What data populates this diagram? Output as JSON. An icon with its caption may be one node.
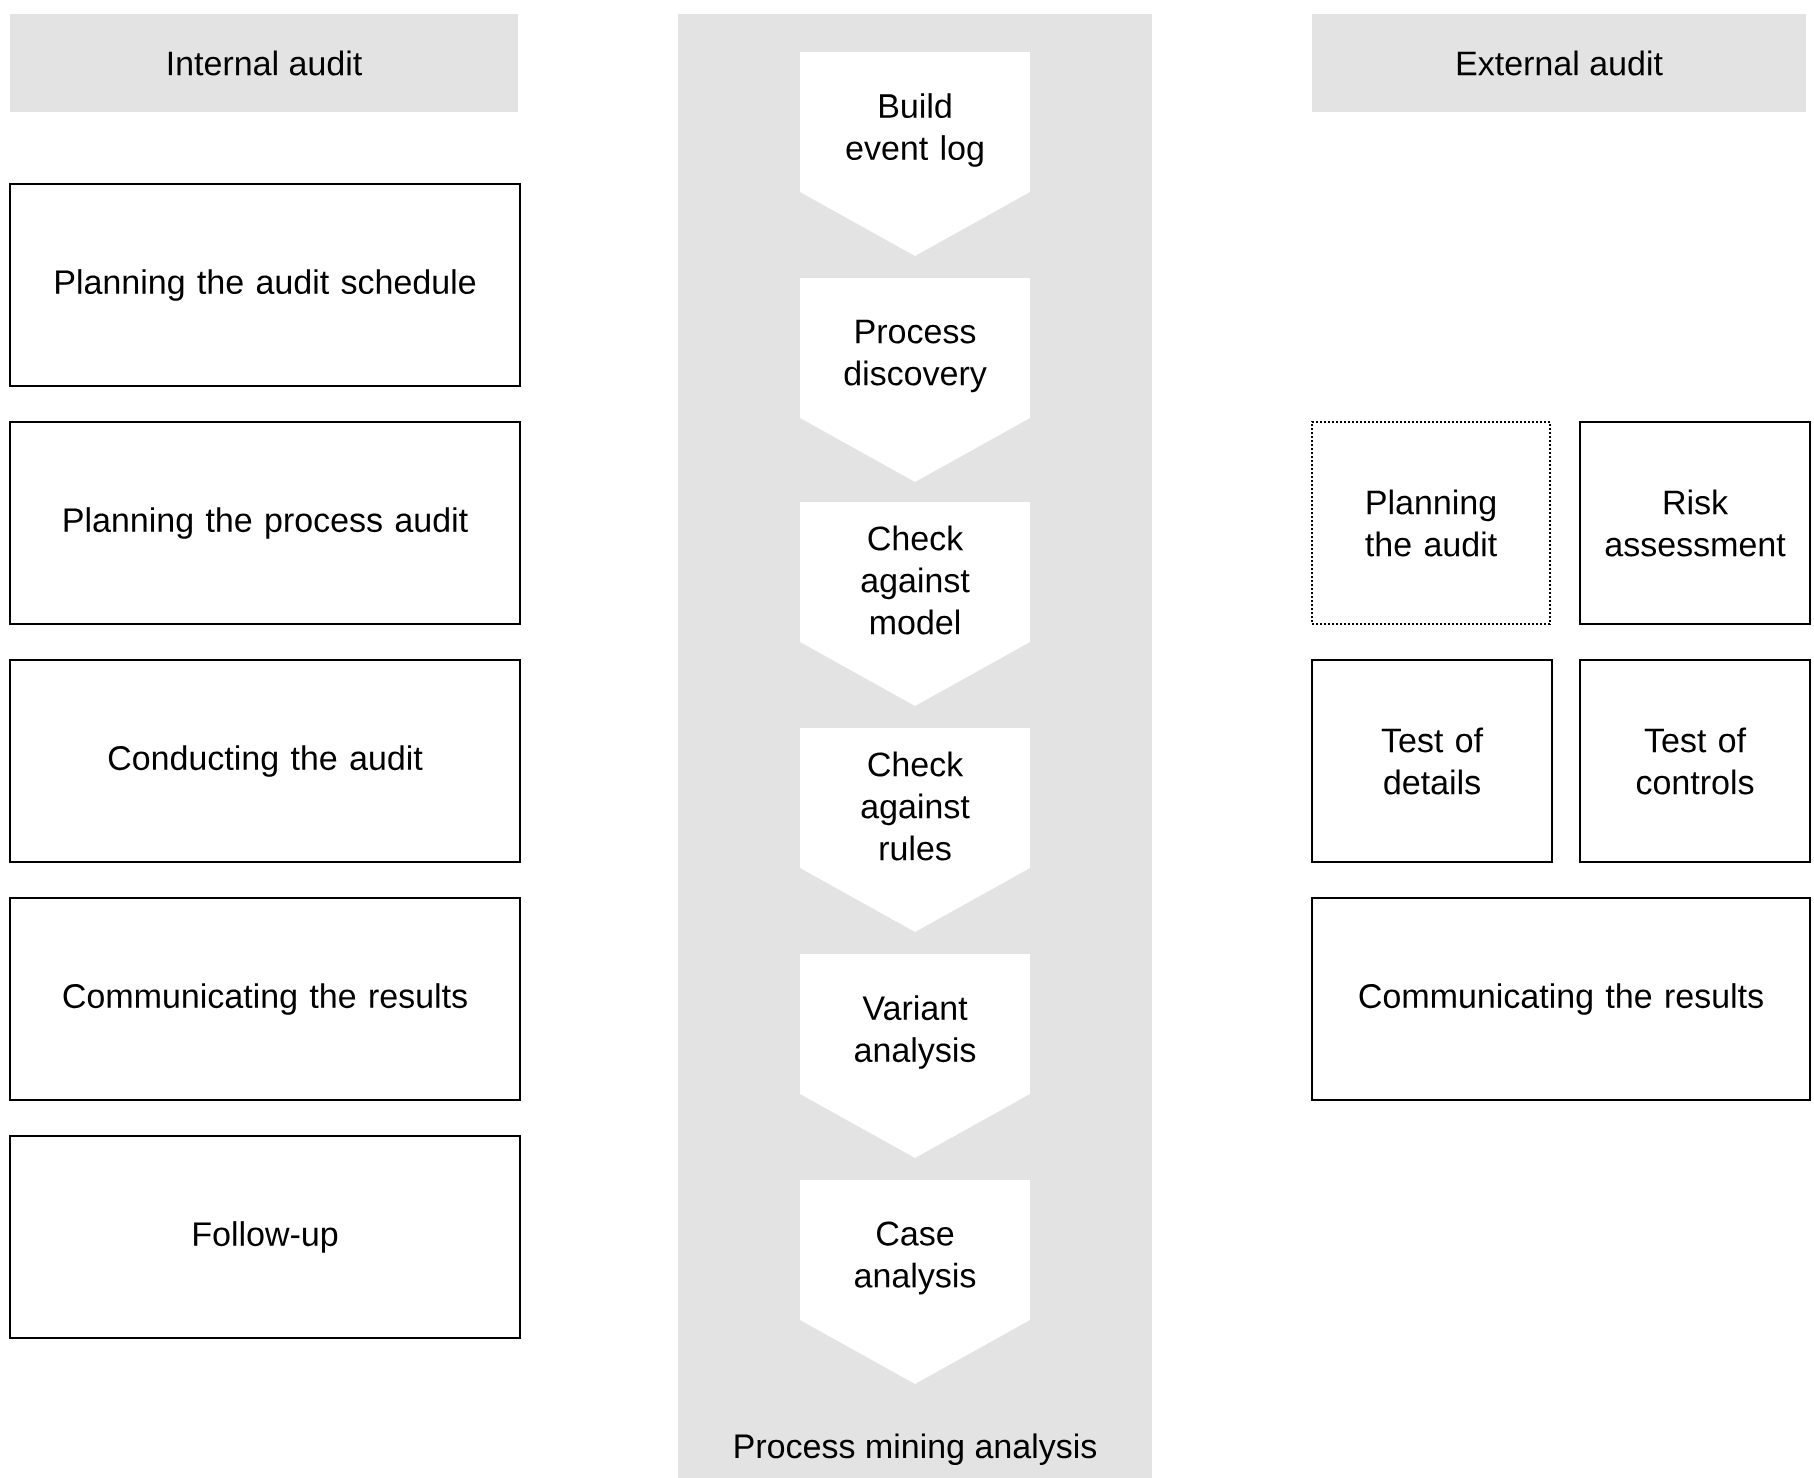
{
  "diagram": {
    "nodes": [
      {
        "text": [
          "Internal audit"
        ]
      },
      {
        "text": [
          "Process mining analysis"
        ]
      },
      {
        "text": [
          "External audit"
        ]
      },
      {
        "text": [
          "Planning the audit schedule"
        ]
      },
      {
        "text": [
          "Planning the process audit"
        ]
      },
      {
        "text": [
          "Conducting the audit"
        ]
      },
      {
        "text": [
          "Communicating the results"
        ]
      },
      {
        "text": [
          "Follow-up"
        ]
      },
      {
        "text": [
          "Build event log"
        ],
        "in": 1
      },
      {
        "text": [
          "Process discovery"
        ],
        "in": 1
      },
      {
        "text": [
          "Check against model"
        ],
        "in": 1
      },
      {
        "text": [
          "Check against rules"
        ],
        "in": 1
      },
      {
        "text": [
          "Variant analysis"
        ],
        "in": 1
      },
      {
        "text": [
          "Case analysis"
        ],
        "in": 1
      },
      {
        "text": [
          "Planning the audit"
        ]
      },
      {
        "text": [
          "Risk assessment"
        ]
      },
      {
        "text": [
          "Test of details"
        ]
      },
      {
        "text": [
          "Test of controls"
        ]
      },
      {
        "text": [
          "Communicating the results"
        ]
      }
    ]
  }
}
